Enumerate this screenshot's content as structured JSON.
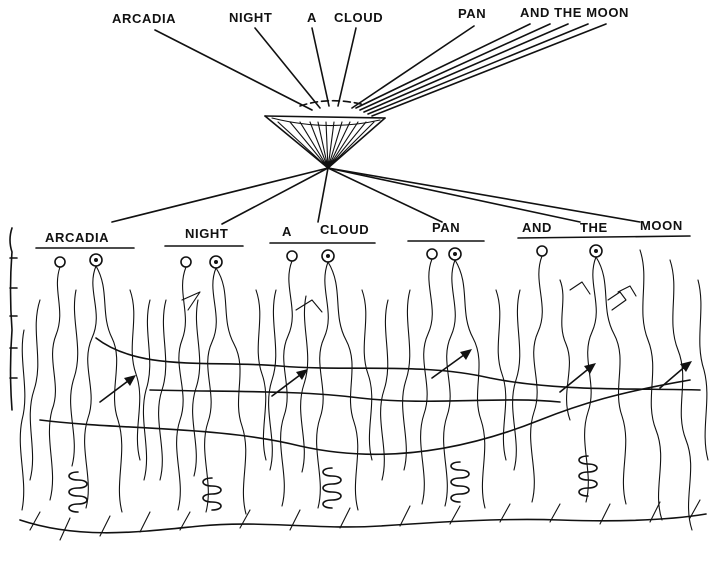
{
  "top_words": [
    "ARCADIA",
    "NIGHT",
    "A",
    "CLOUD",
    "PAN",
    "AND THE MOON"
  ],
  "column_labels": [
    "ARCADIA",
    "NIGHT",
    "A",
    "CLOUD",
    "PAN",
    "AND",
    "THE",
    "MOON"
  ],
  "ink_color": "#111111",
  "paper_color": "#ffffff"
}
